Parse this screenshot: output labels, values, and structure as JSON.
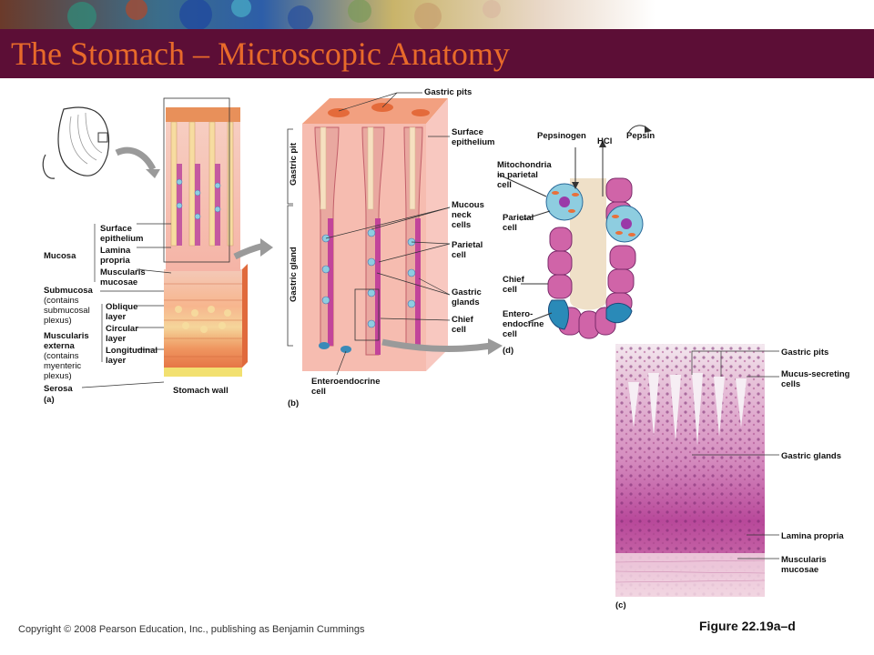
{
  "slide": {
    "title": "The Stomach – Microscopic  Anatomy",
    "copyright": "Copyright © 2008 Pearson Education, Inc., publishing as Benjamin Cummings",
    "figure_ref": "Figure 22.19a–d"
  },
  "panel_a": {
    "tag": "(a)",
    "mucosa": "Mucosa",
    "surface_epithelium": [
      "Surface",
      "epithelium"
    ],
    "lamina_propria": [
      "Lamina",
      "propria"
    ],
    "muscularis_mucosae": [
      "Muscularis",
      "mucosae"
    ],
    "submucosa": [
      "Submucosa",
      "(contains",
      "submucosal",
      "plexus)"
    ],
    "oblique": [
      "Oblique",
      "layer"
    ],
    "circular": [
      "Circular",
      "layer"
    ],
    "longitudinal": [
      "Longitudinal",
      "layer"
    ],
    "muscularis_externa": [
      "Muscularis",
      "externa",
      "(contains",
      "myenteric",
      "plexus)"
    ],
    "serosa": "Serosa",
    "stomach_wall": "Stomach wall"
  },
  "panel_b": {
    "tag": "(b)",
    "gastric_pits": "Gastric pits",
    "surface_epithelium": [
      "Surface",
      "epithelium"
    ],
    "mucous_neck": [
      "Mucous",
      "neck",
      "cells"
    ],
    "parietal": [
      "Parietal",
      "cell"
    ],
    "gastric_glands": [
      "Gastric",
      "glands"
    ],
    "chief": [
      "Chief",
      "cell"
    ],
    "enteroendocrine": [
      "Enteroendocrine",
      "cell"
    ],
    "gastric_pit_vertical": "Gastric pit",
    "gastric_gland_vertical": "Gastric gland"
  },
  "panel_d": {
    "tag": "(d)",
    "pepsinogen": "Pepsinogen",
    "pepsin": "Pepsin",
    "hcl": "HCl",
    "mitochondria": [
      "Mitochondria",
      "in parietal",
      "cell"
    ],
    "parietal": [
      "Parietal",
      "cell"
    ],
    "chief": [
      "Chief",
      "cell"
    ],
    "enteroendocrine": [
      "Entero-",
      "endocrine",
      "cell"
    ]
  },
  "panel_c": {
    "tag": "(c)",
    "gastric_pits": "Gastric pits",
    "mucus_secreting": [
      "Mucus-secreting",
      "cells"
    ],
    "gastric_glands": "Gastric glands",
    "lamina_propria": "Lamina propria",
    "muscularis_mucosae": [
      "Muscularis",
      "mucosae"
    ]
  },
  "colors": {
    "title_bar": "#5c0e36",
    "title_text": "#e86a2a",
    "tissue_pink": "#f6c0b0",
    "tissue_orange": "#e87a50",
    "cell_magenta": "#c2449a",
    "cell_blue": "#8ecde0"
  }
}
